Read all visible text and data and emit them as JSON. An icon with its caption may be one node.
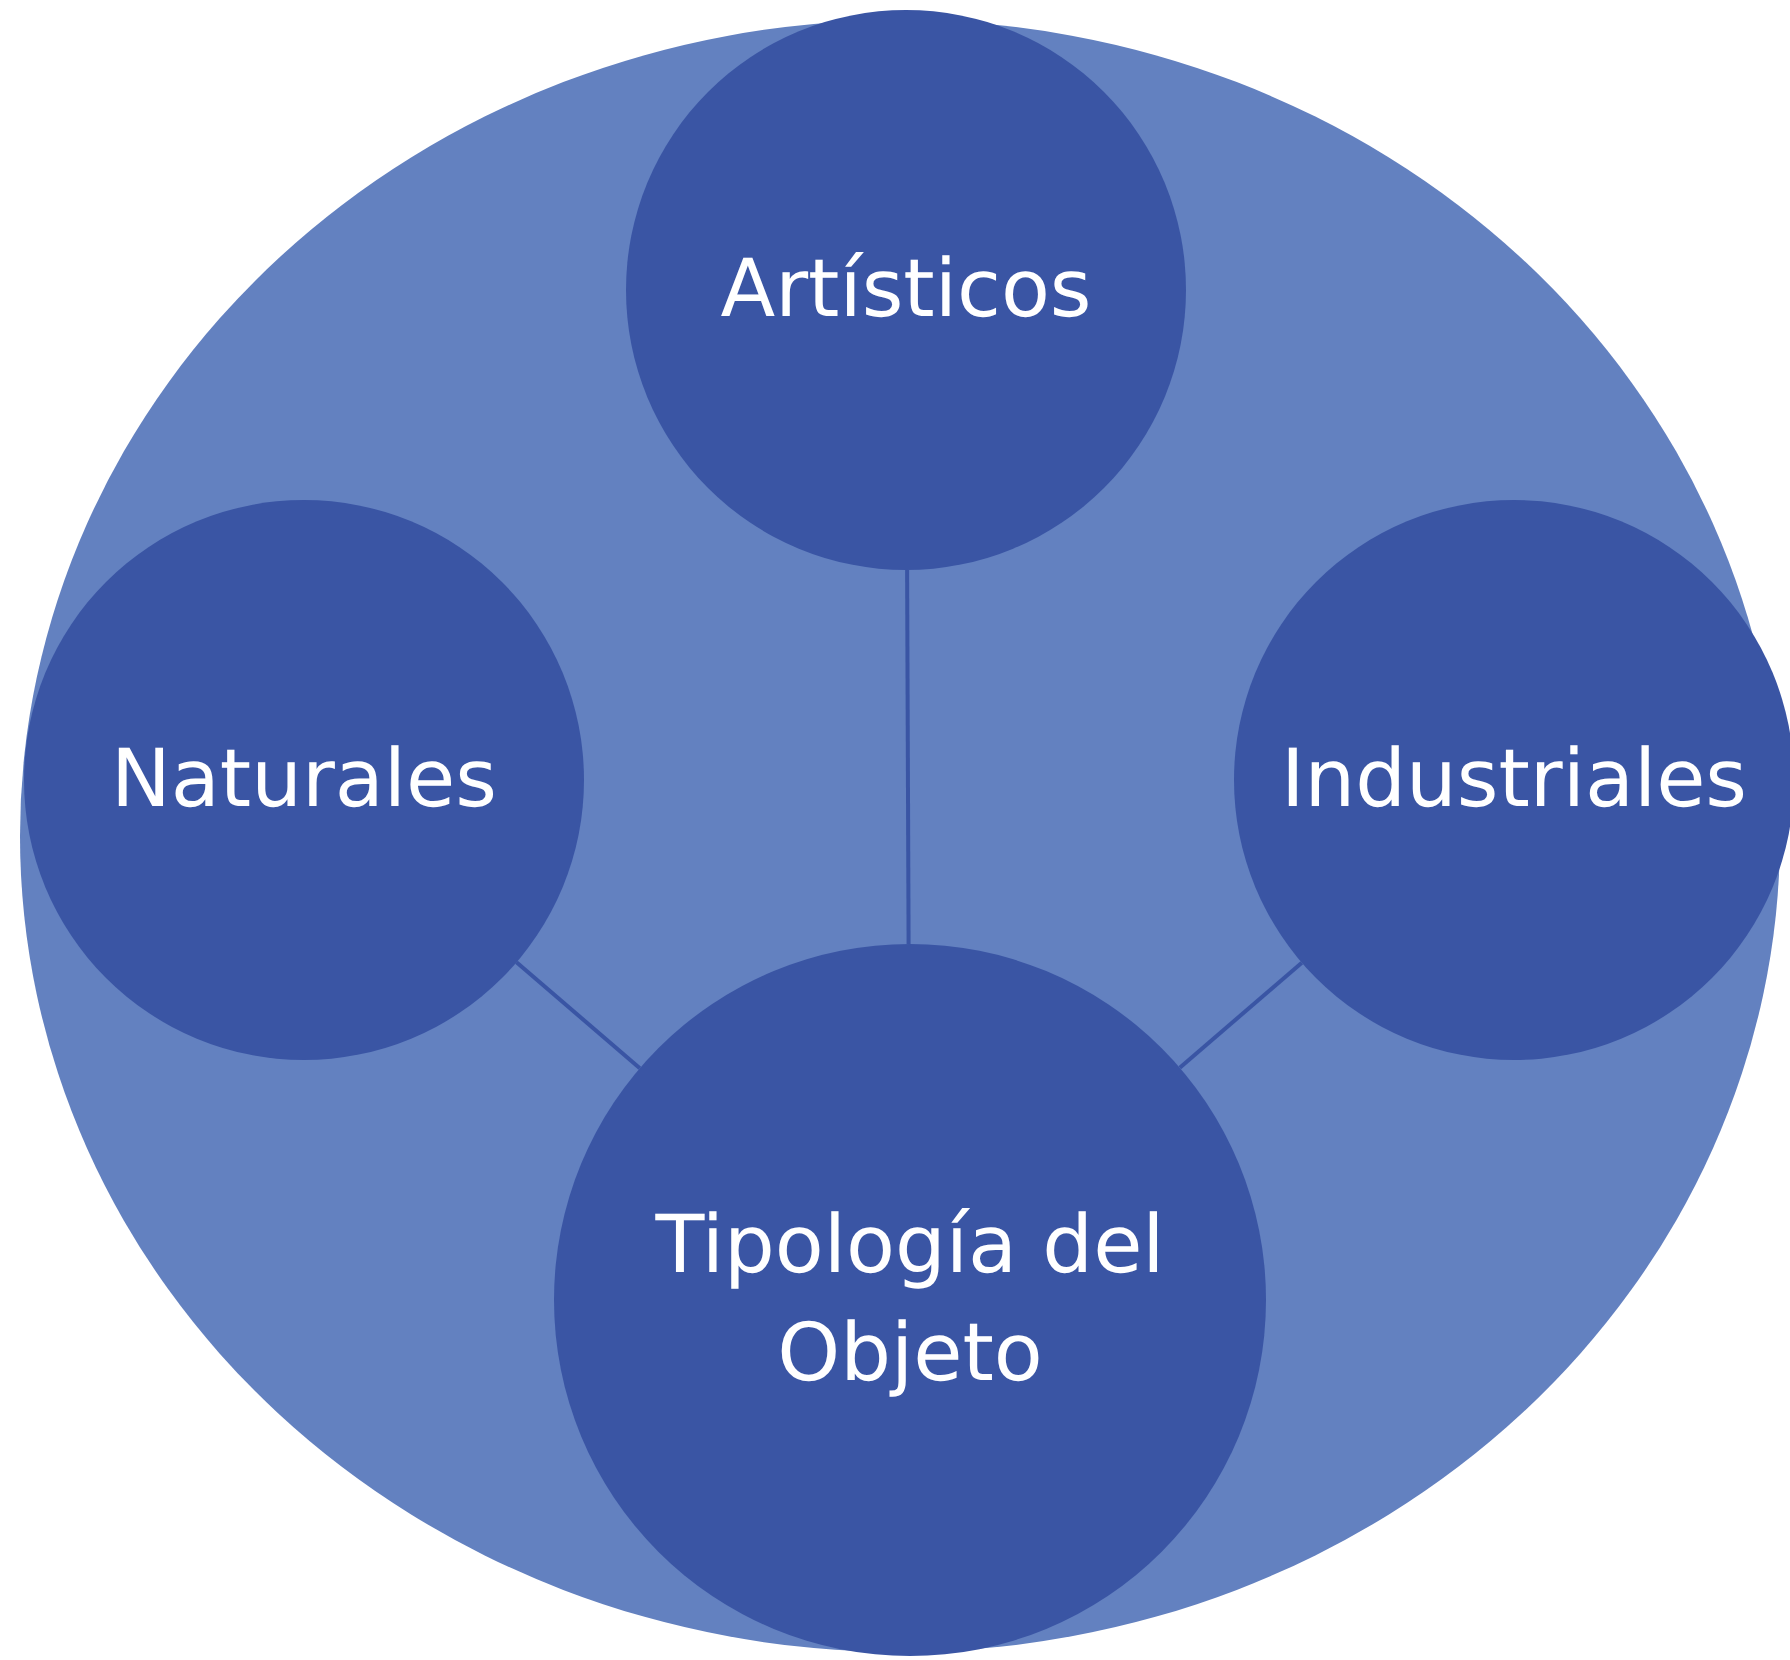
{
  "diagram": {
    "nodes": [
      {
        "text": [],
        "shape": "circle"
      },
      {
        "text": [
          "Artísticos"
        ],
        "in": 0
      },
      {
        "text": [
          "Naturales"
        ],
        "in": 0
      },
      {
        "text": [
          "Industriales"
        ],
        "in": 0
      },
      {
        "text": [
          "Tipología del Objeto"
        ],
        "in": 0
      }
    ],
    "edges": [
      {
        "from": 4,
        "to": 1,
        "arrow": "none"
      },
      {
        "from": 4,
        "to": 2,
        "arrow": "none"
      },
      {
        "from": 4,
        "to": 3,
        "arrow": "none"
      }
    ]
  }
}
